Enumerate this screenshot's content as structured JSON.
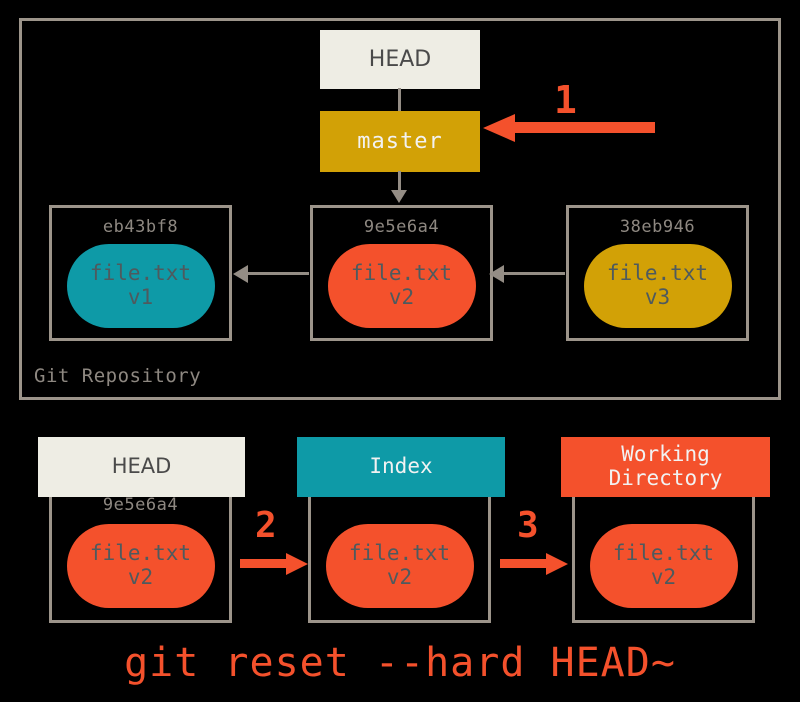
{
  "diagram": {
    "title": "git reset --hard HEAD~ diagram",
    "command": "git reset --hard HEAD~",
    "colors": {
      "background": "#000000",
      "frame_gray": "#9c948a",
      "text_gray": "#8e8881",
      "cream": "#eeede4",
      "gold": "#d2a106",
      "teal": "#0e9aa7",
      "red": "#f4512c",
      "blob_text": "#4e5a5e"
    }
  },
  "repository": {
    "label": "Git Repository",
    "head_label": "HEAD",
    "branch_label": "master",
    "commits": [
      {
        "hash": "eb43bf8",
        "file": "file.txt",
        "version": "v1",
        "color": "teal"
      },
      {
        "hash": "9e5e6a4",
        "file": "file.txt",
        "version": "v2",
        "color": "red"
      },
      {
        "hash": "38eb946",
        "file": "file.txt",
        "version": "v3",
        "color": "gold"
      }
    ]
  },
  "areas": [
    {
      "title": "HEAD",
      "hash": "9e5e6a4",
      "file": "file.txt",
      "version": "v2"
    },
    {
      "title": "Index",
      "hash": "",
      "file": "file.txt",
      "version": "v2"
    },
    {
      "title": "Working\nDirectory",
      "hash": "",
      "file": "file.txt",
      "version": "v2"
    }
  ],
  "annotations": {
    "step1": "1",
    "step2": "2",
    "step3": "3"
  }
}
